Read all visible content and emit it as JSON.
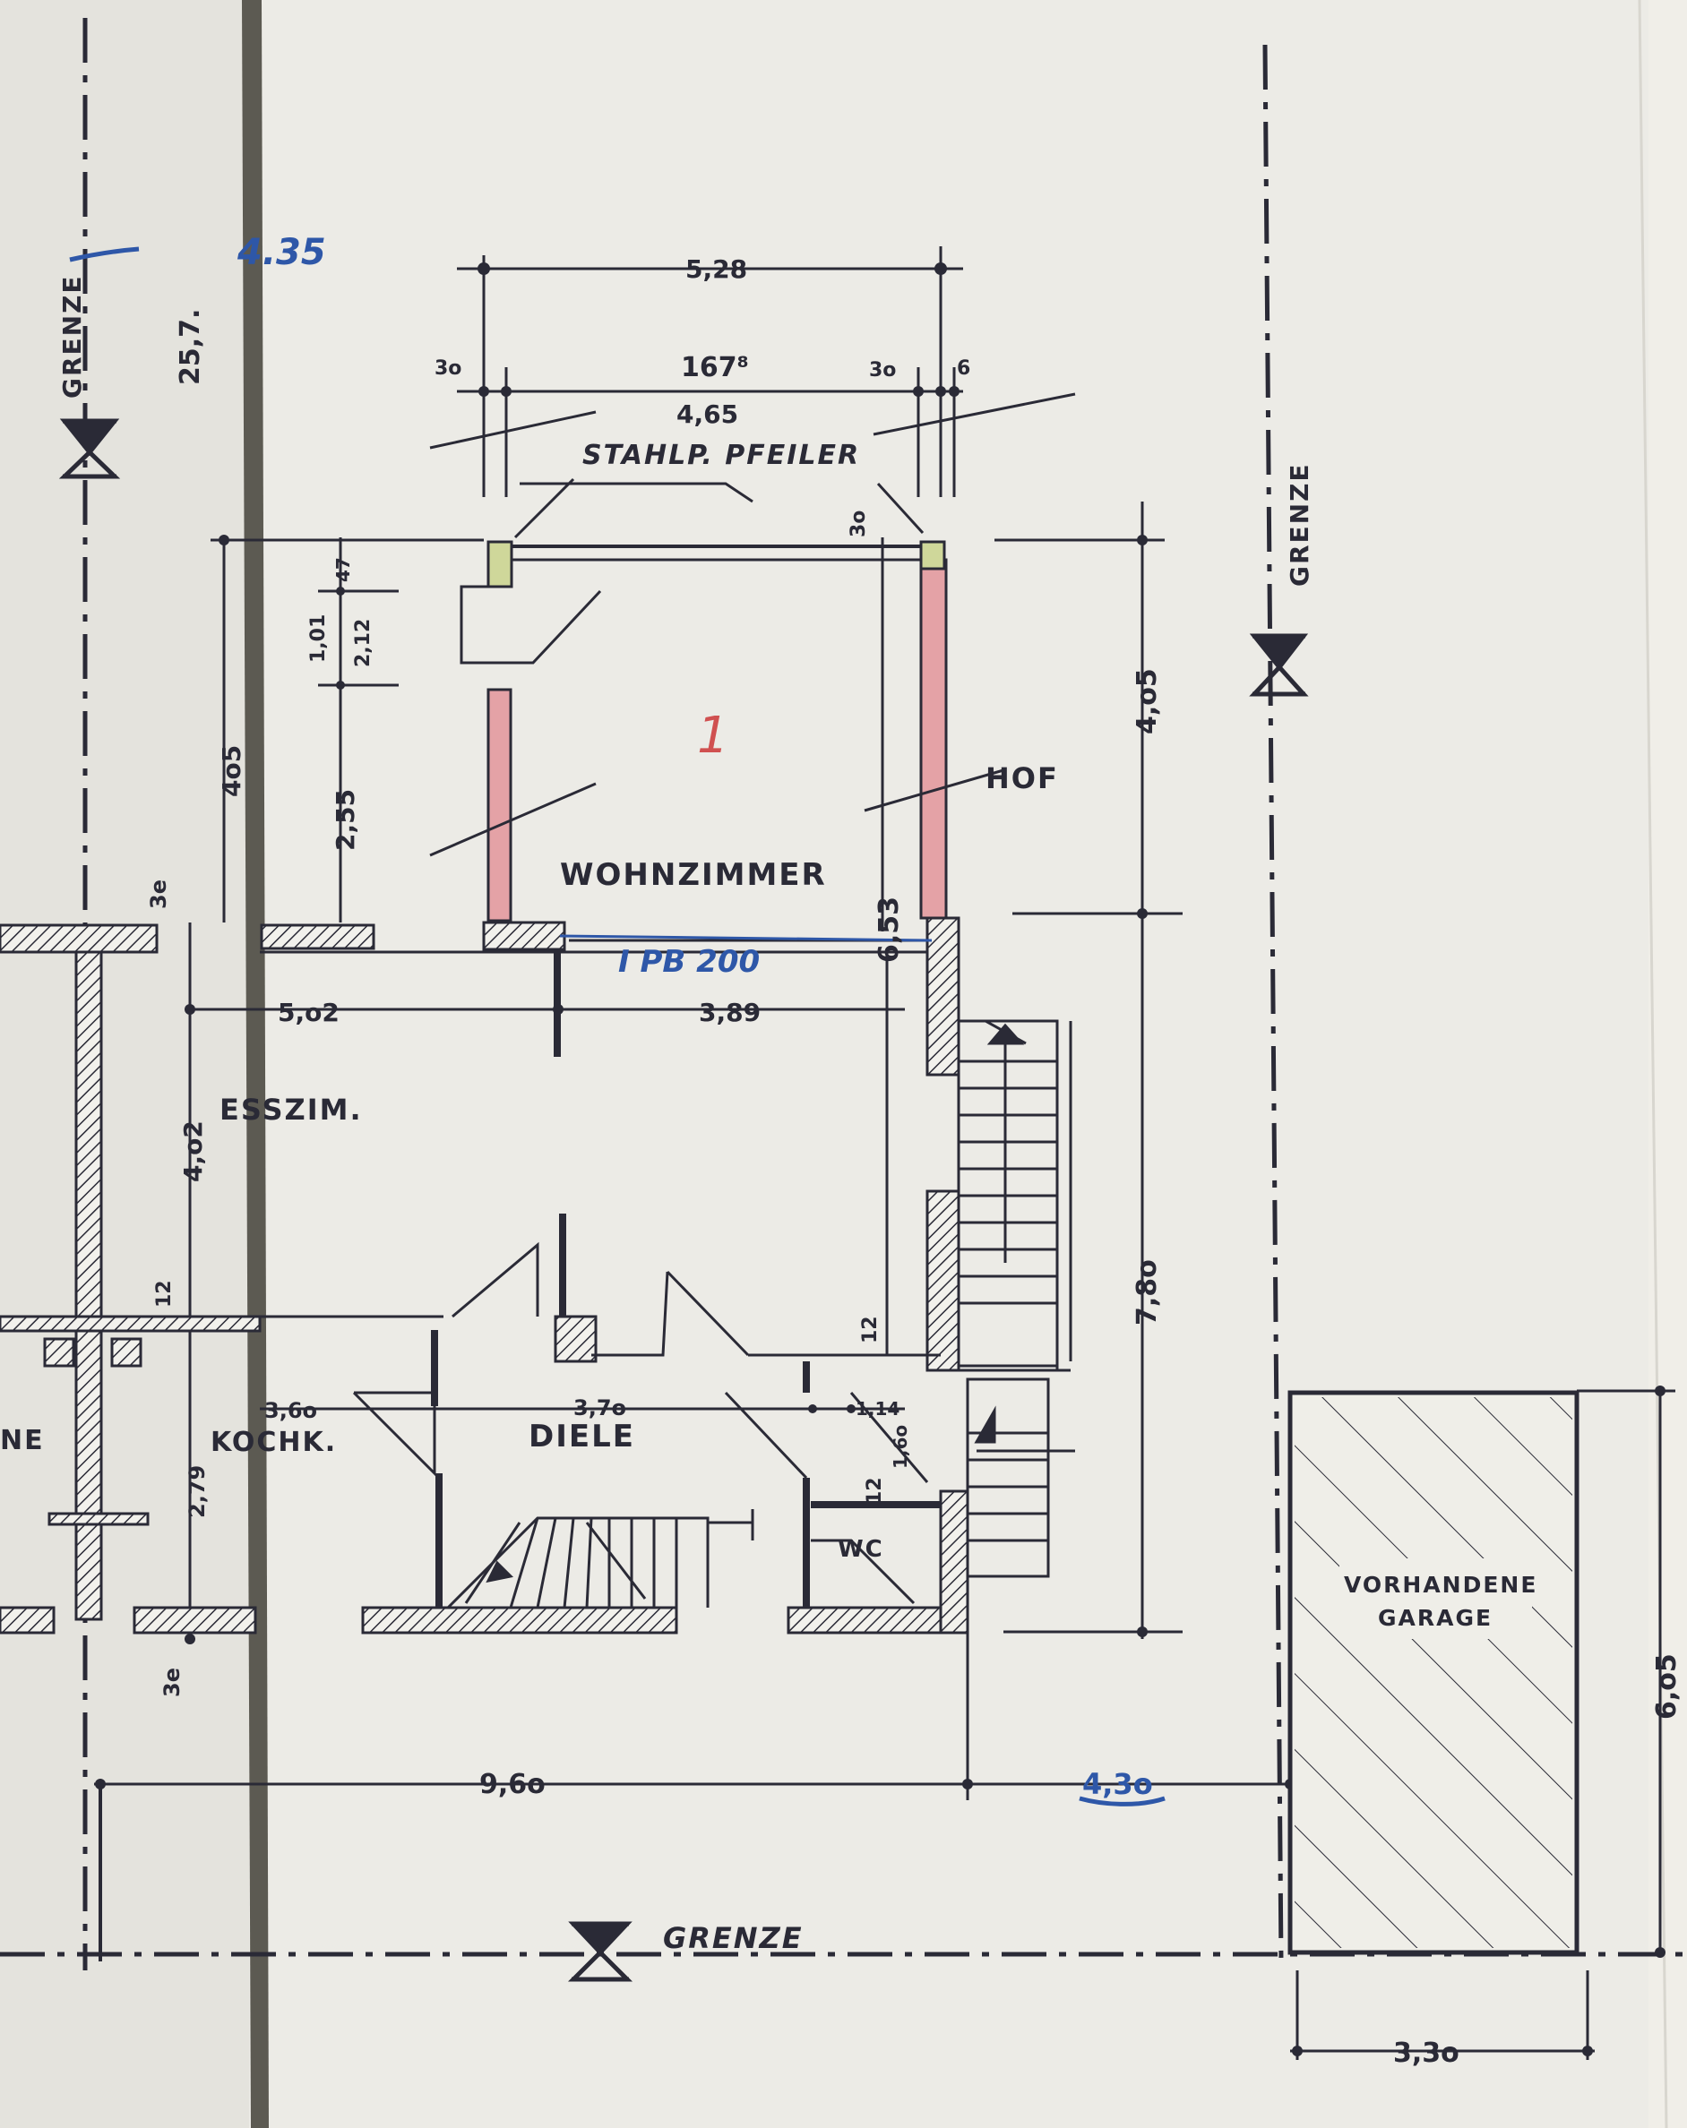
{
  "rooms": {
    "wohnzimmer": "WOHNZIMMER",
    "esszim": "ESSZIM.",
    "diele": "DIELE",
    "kochk": "KOCHK.",
    "wc": "WC",
    "hof": "HOF",
    "garage_line1": "VORHANDENE",
    "garage_line2": "GARAGE",
    "ne_fragment": "NE",
    "room_number": "1"
  },
  "annotations": {
    "pfeiler": "STAHLP. PFEILER",
    "beam": "I PB 200",
    "grenze_left": "GRENZE",
    "grenze_right": "GRENZE",
    "grenze_bottom": "GRENZE"
  },
  "dimensions": {
    "d_528": "5,28",
    "d_1678": "167⁸",
    "d_465": "4,65",
    "d_30a": "3o",
    "d_30b": "3o",
    "d_6": "6",
    "d_30c": "3o",
    "d_435_blue": "4.35",
    "d_2570": "25,7.",
    "d_405_left": "4o5",
    "d_101": "1,01",
    "d_212": "2,12",
    "d_47": "47",
    "d_255": "2,55",
    "d_30_left": "3e",
    "d_405_right": "4,o5",
    "d_653": "6,53",
    "d_502": "5,o2",
    "d_389": "3,89",
    "d_402": "4,o2",
    "d_12a": "12",
    "d_12b": "12",
    "d_12c": "12",
    "d_360": "3,6o",
    "d_370": "3,7o",
    "d_114": "1,14",
    "d_160": "1,6o",
    "d_279": "2,79",
    "d_30_bottom": "3e",
    "d_780": "7,8o",
    "d_960": "9,6o",
    "d_430_blue": "4,3o",
    "d_605": "6,o5",
    "d_330": "3,3o"
  },
  "colors": {
    "paper": "#ecebe6",
    "ink": "#2a2a36",
    "blue_ink": "#2e57a8",
    "red_wall": "#e4a2a6",
    "pillar": "#cfd79a"
  }
}
